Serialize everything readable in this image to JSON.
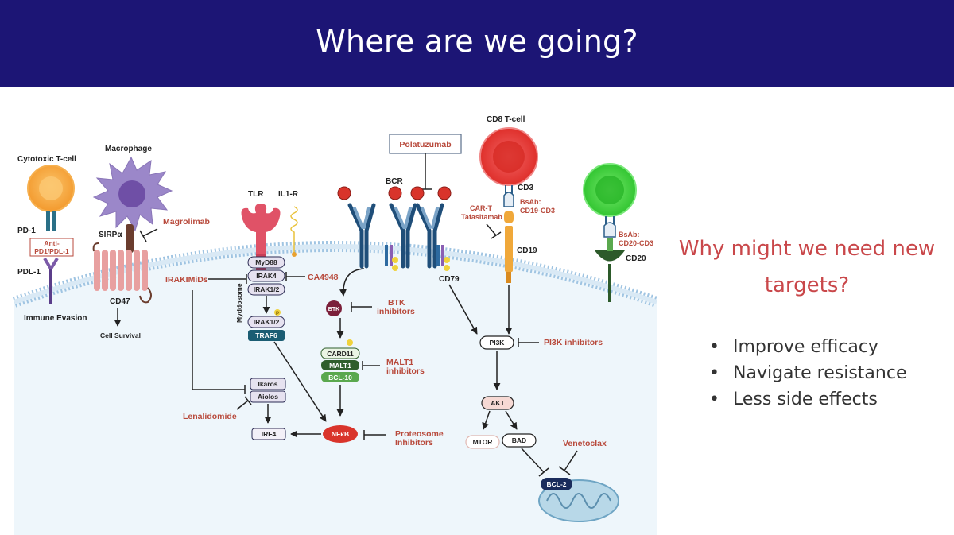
{
  "slide": {
    "title": "Where are we going?",
    "question": "Why might we need new targets?",
    "bullets": [
      "Improve efficacy",
      "Navigate resistance",
      "Less side effects"
    ]
  },
  "colors": {
    "header_bg": "#1c1575",
    "question_red": "#c9474a",
    "drug_red": "#b84a3c",
    "receptor_blue": "#1f4e79",
    "antigen_red": "#d9342b",
    "tcell_orange": "#f7a23c",
    "cd8_red": "#e7352f",
    "cd20_green": "#33cc33",
    "macrophage_purple": "#9b87c9",
    "membrane_blue": "#8fb6d9",
    "nfkb_red": "#d9342b",
    "traf6_teal": "#1b5d73",
    "btk_maroon": "#7b1f3a",
    "malt_green": "#2f5e2c",
    "bcl2_navy": "#1a2c5c"
  },
  "diagram": {
    "cells": {
      "cytotoxic": "Cytotoxic T-cell",
      "macrophage": "Macrophage",
      "cd8": "CD8 T-cell"
    },
    "receptors": {
      "pd1": "PD-1",
      "pdl1": "PDL-1",
      "sirpa": "SIRPα",
      "cd47": "CD47",
      "tlr": "TLR",
      "il1r": "IL1-R",
      "bcr": "BCR",
      "cd79": "CD79",
      "cd3": "CD3",
      "cd19": "CD19",
      "cd20": "CD20"
    },
    "outcomes": {
      "immune_evasion": "Immune Evasion",
      "cell_survival": "Cell Survival"
    },
    "myddosome": "Myddosome",
    "phospho": "P",
    "nodes": {
      "myd88": "MyD88",
      "irak4": "IRAK4",
      "irak12a": "IRAK1/2",
      "irak12b": "IRAK1/2",
      "traf6": "TRAF6",
      "btk": "BTK",
      "card11": "CARD11",
      "malt1": "MALT1",
      "bcl10": "BCL-10",
      "nfkb": "NFκB",
      "irf4": "IRF4",
      "ikaros": "Ikaros",
      "aiolos": "Aiolos",
      "pi3k": "PI3K",
      "akt": "AKT",
      "mtor": "MTOR",
      "bad": "BAD",
      "bcl2": "BCL-2"
    },
    "drugs": {
      "anti_pd1": [
        "Anti-",
        "PD1/PDL-1"
      ],
      "magrolimab": "Magrolimab",
      "irakimids": "IRAKIMiDs",
      "ca4948": "CA4948",
      "btk_inh": [
        "BTK",
        "inhibitors"
      ],
      "malt1_inh": [
        "MALT1",
        "inhibitors"
      ],
      "lenalidomide": "Lenalidomide",
      "proteosome": [
        "Proteosome",
        "Inhibitors"
      ],
      "polatuzumab": "Polatuzumab",
      "car_t": [
        "CAR-T",
        "Tafasitamab"
      ],
      "bsab_cd19": [
        "BsAb:",
        "CD19-CD3"
      ],
      "bsab_cd20": [
        "BsAb:",
        "CD20-CD3"
      ],
      "pi3k_inh": "PI3K inhibitors",
      "venetoclax": "Venetoclax"
    }
  }
}
